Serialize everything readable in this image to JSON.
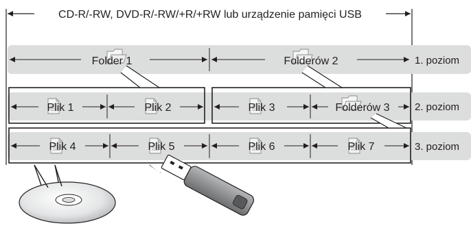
{
  "header": {
    "label": "CD-R/-RW, DVD-R/-RW/+R/+RW lub urządzenie pamięci USB"
  },
  "levels": [
    {
      "label": "1. poziom"
    },
    {
      "label": "2. poziom"
    },
    {
      "label": "3. poziom"
    }
  ],
  "level1": [
    {
      "label": "Folder 1"
    },
    {
      "label": "Folderów 2"
    }
  ],
  "level2": [
    {
      "label": "Plik 1"
    },
    {
      "label": "Plik 2"
    },
    {
      "label": "Plik 3"
    },
    {
      "label": "Folderów 3"
    }
  ],
  "level3": [
    {
      "label": "Plik 4"
    },
    {
      "label": "Plik 5"
    },
    {
      "label": "Plik 6"
    },
    {
      "label": "Plik 7"
    }
  ],
  "colors": {
    "band": "#dcdddd",
    "line": "#231f20",
    "disc_light": "#ffffff",
    "disc_dark": "#b9babb",
    "usb_body": "#8c8d8f"
  },
  "icons": {
    "folder": "folder-icon",
    "file": "file-icon",
    "disc": "disc-icon",
    "usb": "usb-drive-icon"
  }
}
